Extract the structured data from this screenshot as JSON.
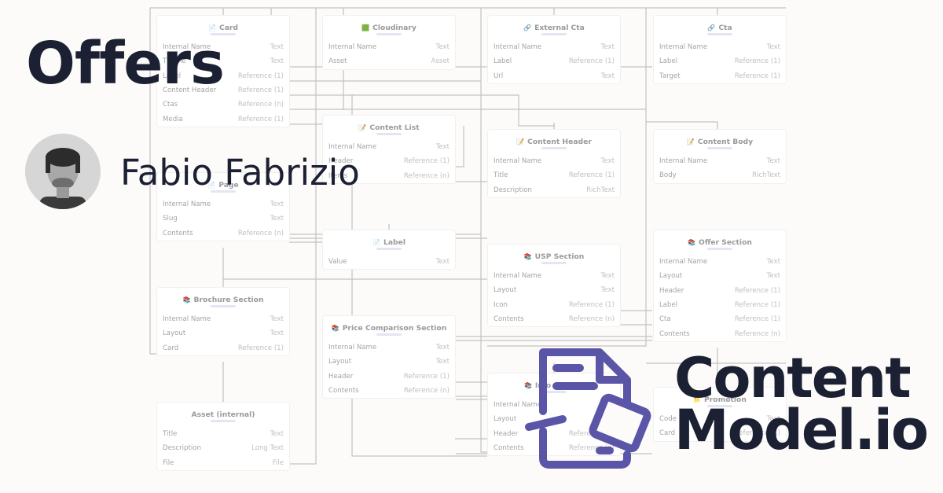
{
  "page": {
    "title": "Offers",
    "author": "Fabio Fabrizio"
  },
  "brand": {
    "line1": "Content",
    "line2": "Model.io",
    "icon": "document-icon",
    "colors": {
      "text": "#1b2033",
      "logo_purple": "#5b55a8"
    }
  },
  "models": [
    {
      "id": "card",
      "name": "Card",
      "icon": "📄",
      "fields": [
        [
          "Internal Name",
          "Text"
        ],
        [
          "Theme",
          "Text"
        ],
        [
          "Label",
          "Reference (1)"
        ],
        [
          "Content Header",
          "Reference (1)"
        ],
        [
          "Ctas",
          "Reference (n)"
        ],
        [
          "Media",
          "Reference (1)"
        ]
      ]
    },
    {
      "id": "cloudinary",
      "name": "Cloudinary",
      "icon": "🟩",
      "fields": [
        [
          "Internal Name",
          "Text"
        ],
        [
          "Asset",
          "Asset"
        ]
      ]
    },
    {
      "id": "external-cta",
      "name": "External Cta",
      "icon": "🔗",
      "fields": [
        [
          "Internal Name",
          "Text"
        ],
        [
          "Label",
          "Reference (1)"
        ],
        [
          "Url",
          "Text"
        ]
      ]
    },
    {
      "id": "cta",
      "name": "Cta",
      "icon": "🔗",
      "fields": [
        [
          "Internal Name",
          "Text"
        ],
        [
          "Label",
          "Reference (1)"
        ],
        [
          "Target",
          "Reference (1)"
        ]
      ]
    },
    {
      "id": "content-list",
      "name": "Content List",
      "icon": "📝",
      "fields": [
        [
          "Internal Name",
          "Text"
        ],
        [
          "Header",
          "Reference (1)"
        ],
        [
          "Items",
          "Reference (n)"
        ]
      ]
    },
    {
      "id": "content-header",
      "name": "Content Header",
      "icon": "📝",
      "fields": [
        [
          "Internal Name",
          "Text"
        ],
        [
          "Title",
          "Reference (1)"
        ],
        [
          "Description",
          "RichText"
        ]
      ]
    },
    {
      "id": "content-body",
      "name": "Content Body",
      "icon": "📝",
      "fields": [
        [
          "Internal Name",
          "Text"
        ],
        [
          "Body",
          "RichText"
        ]
      ]
    },
    {
      "id": "page-model",
      "name": "Page",
      "icon": "📄",
      "fields": [
        [
          "Internal Name",
          "Text"
        ],
        [
          "Slug",
          "Text"
        ],
        [
          "Contents",
          "Reference (n)"
        ]
      ]
    },
    {
      "id": "label",
      "name": "Label",
      "icon": "📄",
      "fields": [
        [
          "Value",
          "Text"
        ]
      ]
    },
    {
      "id": "usp-section",
      "name": "USP Section",
      "icon": "📚",
      "fields": [
        [
          "Internal Name",
          "Text"
        ],
        [
          "Layout",
          "Text"
        ],
        [
          "Icon",
          "Reference (1)"
        ],
        [
          "Contents",
          "Reference (n)"
        ]
      ]
    },
    {
      "id": "offer-section",
      "name": "Offer Section",
      "icon": "📚",
      "fields": [
        [
          "Internal Name",
          "Text"
        ],
        [
          "Layout",
          "Text"
        ],
        [
          "Header",
          "Reference (1)"
        ],
        [
          "Label",
          "Reference (1)"
        ],
        [
          "Cta",
          "Reference (1)"
        ],
        [
          "Contents",
          "Reference (n)"
        ]
      ]
    },
    {
      "id": "brochure-section",
      "name": "Brochure Section",
      "icon": "📚",
      "fields": [
        [
          "Internal Name",
          "Text"
        ],
        [
          "Layout",
          "Text"
        ],
        [
          "Card",
          "Reference (1)"
        ]
      ]
    },
    {
      "id": "price-comparison-section",
      "name": "Price Comparison Section",
      "icon": "📚",
      "fields": [
        [
          "Internal Name",
          "Text"
        ],
        [
          "Layout",
          "Text"
        ],
        [
          "Header",
          "Reference (1)"
        ],
        [
          "Contents",
          "Reference (n)"
        ]
      ]
    },
    {
      "id": "info-section",
      "name": "Info Section",
      "icon": "📚",
      "fields": [
        [
          "Internal Name",
          "Text"
        ],
        [
          "Layout",
          "Text"
        ],
        [
          "Header",
          "Reference (1)"
        ],
        [
          "Contents",
          "Reference (n)"
        ]
      ]
    },
    {
      "id": "promotion",
      "name": "Promotion",
      "icon": "📁",
      "fields": [
        [
          "Code",
          "Text"
        ],
        [
          "Card",
          "Reference (1)"
        ]
      ]
    },
    {
      "id": "asset-internal",
      "name": "Asset (internal)",
      "icon": "",
      "fields": [
        [
          "Title",
          "Text"
        ],
        [
          "Description",
          "Long Text"
        ],
        [
          "File",
          "File"
        ]
      ]
    }
  ]
}
